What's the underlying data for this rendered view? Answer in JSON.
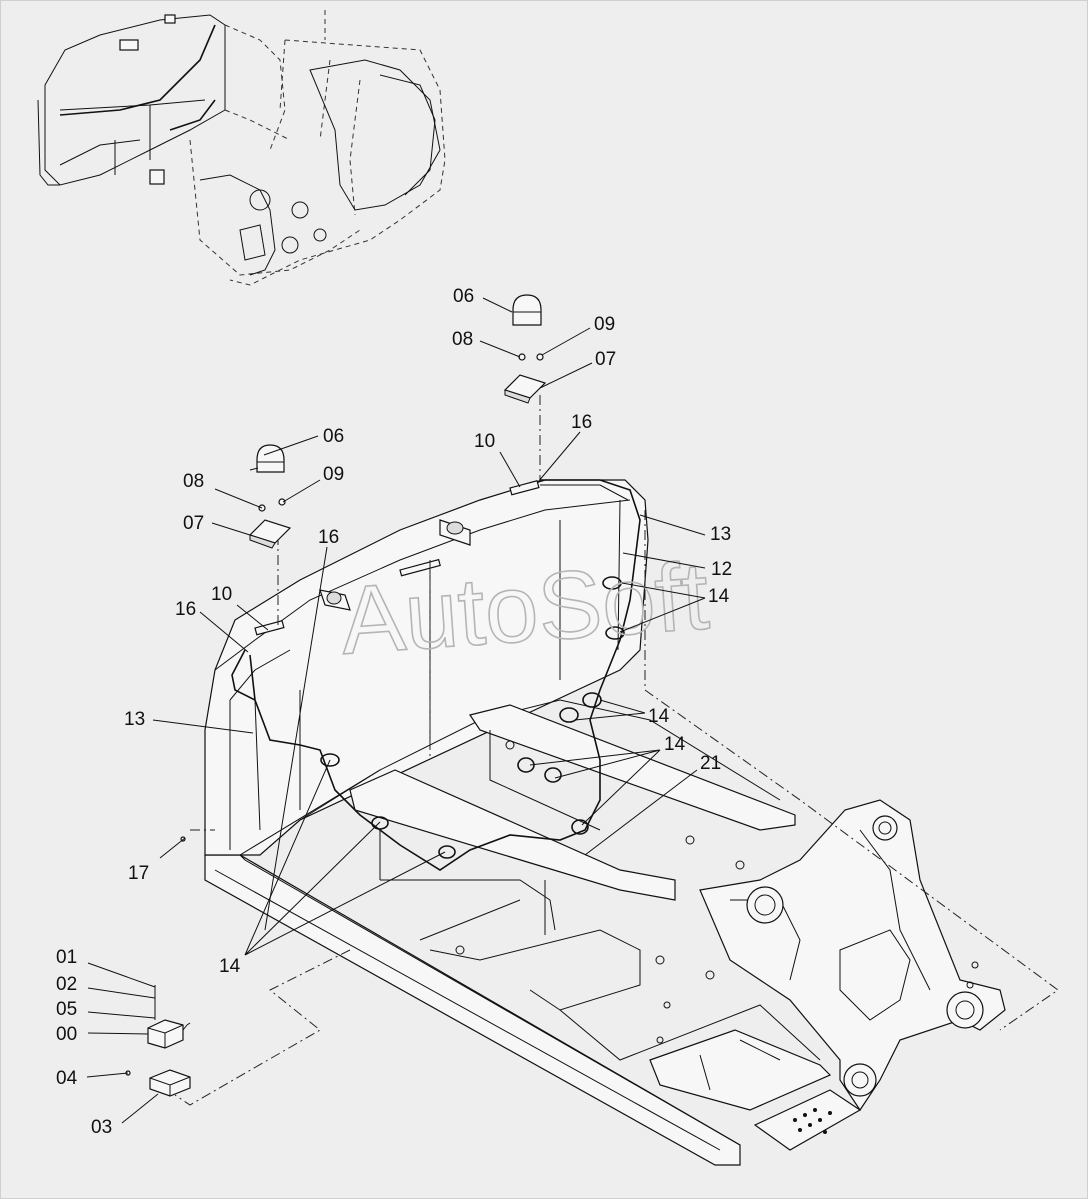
{
  "watermark": "AutoSoft",
  "callouts": [
    {
      "id": "c-06-top",
      "text": "06"
    },
    {
      "id": "c-08-top",
      "text": "08"
    },
    {
      "id": "c-09-top",
      "text": "09"
    },
    {
      "id": "c-07-top",
      "text": "07"
    },
    {
      "id": "c-10-top",
      "text": "10"
    },
    {
      "id": "c-16-top",
      "text": "16"
    },
    {
      "id": "c-13-right",
      "text": "13"
    },
    {
      "id": "c-12-right",
      "text": "12"
    },
    {
      "id": "c-14-right",
      "text": "14"
    },
    {
      "id": "c-06-left",
      "text": "06"
    },
    {
      "id": "c-08-left",
      "text": "08"
    },
    {
      "id": "c-09-left",
      "text": "09"
    },
    {
      "id": "c-07-left",
      "text": "07"
    },
    {
      "id": "c-16-mid",
      "text": "16"
    },
    {
      "id": "c-10-left",
      "text": "10"
    },
    {
      "id": "c-16-left",
      "text": "16"
    },
    {
      "id": "c-13-left",
      "text": "13"
    },
    {
      "id": "c-14-mid1",
      "text": "14"
    },
    {
      "id": "c-14-mid2",
      "text": "14"
    },
    {
      "id": "c-21",
      "text": "21"
    },
    {
      "id": "c-17",
      "text": "17"
    },
    {
      "id": "c-14-bottom",
      "text": "14"
    },
    {
      "id": "c-01",
      "text": "01"
    },
    {
      "id": "c-02",
      "text": "02"
    },
    {
      "id": "c-05",
      "text": "05"
    },
    {
      "id": "c-00",
      "text": "00"
    },
    {
      "id": "c-04",
      "text": "04"
    },
    {
      "id": "c-03",
      "text": "03"
    }
  ]
}
